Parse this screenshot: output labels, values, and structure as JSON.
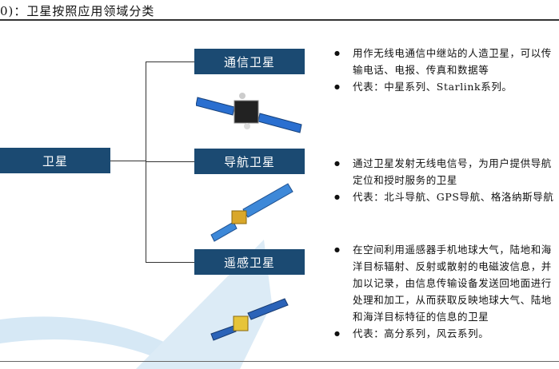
{
  "title": "0)：卫星按照应用领域分类",
  "root": "卫星",
  "branches": [
    {
      "label": "通信卫星",
      "bullets": [
        "用作无线电通信中继站的人造卫星，可以传输电话、电报、传真和数据等",
        "代表：中星系列、Starlink系列。"
      ]
    },
    {
      "label": "导航卫星",
      "bullets": [
        "通过卫星发射无线电信号，为用户提供导航定位和授时服务的卫星",
        "代表：北斗导航、GPS导航、格洛纳斯导航"
      ]
    },
    {
      "label": "遥感卫星",
      "bullets": [
        "在空间利用遥感器手机地球大气，陆地和海洋目标辐射、反射或散射的电磁波信息，并加以记录，由信息传输设备发送回地面进行处理和加工，从而获取反映地球大气、陆地和海洋目标特征的信息的卫星",
        "代表：高分系列，风云系列。"
      ]
    }
  ],
  "colors": {
    "box": "#1b4a72",
    "watermark": "#cfe4f3"
  }
}
